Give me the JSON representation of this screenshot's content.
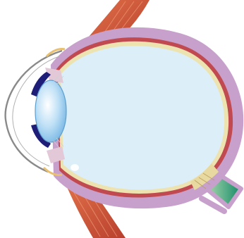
{
  "diagram": {
    "labels": [],
    "parts": [
      {
        "name": "sclera",
        "color": "#C8A0CC"
      },
      {
        "name": "choroid",
        "color": "#C04A50"
      },
      {
        "name": "retina",
        "color": "#EDE3B0"
      },
      {
        "name": "vitreous-body",
        "color": "#DCEEF8"
      },
      {
        "name": "cornea",
        "color": "#888888"
      },
      {
        "name": "lens",
        "color": "#8FC6EA"
      },
      {
        "name": "iris",
        "color": "#1E1E78"
      },
      {
        "name": "ciliary-body",
        "color": "#E3C8D8"
      },
      {
        "name": "extraocular-muscle-superior",
        "color": "#C8553A"
      },
      {
        "name": "extraocular-muscle-inferior",
        "color": "#C8553A"
      },
      {
        "name": "optic-nerve",
        "color": "#1F9E78"
      },
      {
        "name": "optic-disc",
        "color": "#E8D9A0"
      }
    ]
  }
}
